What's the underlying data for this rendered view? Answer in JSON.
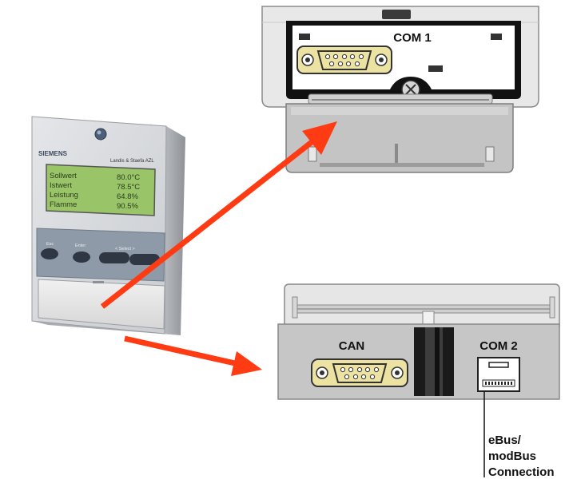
{
  "device": {
    "brand": "SIEMENS",
    "model": "Landis & Staefa AZL",
    "display_lines": [
      {
        "label": "Sollwert",
        "value": "80.0°C"
      },
      {
        "label": "Istwert",
        "value": "78.5°C"
      },
      {
        "label": "Leistung",
        "value": "64.8%"
      },
      {
        "label": "Flamme",
        "value": "90.5%"
      }
    ],
    "buttons": {
      "esc": "Esc",
      "enter": "Enter",
      "select": "< Select >"
    }
  },
  "top_port": {
    "label": "COM 1"
  },
  "bottom_ports": {
    "can_label": "CAN",
    "com2_label": "COM 2"
  },
  "annotation": {
    "lines": [
      "eBus/",
      "modBus",
      "Connection"
    ]
  },
  "colors": {
    "arrow": "#ff3b14",
    "lcd": "#9ac468",
    "connector": "#ece2a2",
    "housing": "#bcbcbc",
    "housing_light": "#e7e7e7"
  }
}
